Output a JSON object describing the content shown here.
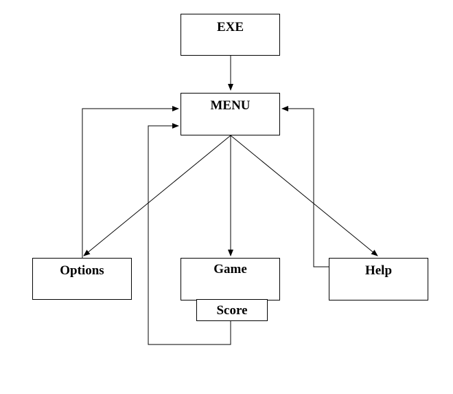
{
  "diagram": {
    "nodes": {
      "exe": "EXE",
      "menu": "MENU",
      "options": "Options",
      "game": "Game",
      "help": "Help",
      "score": "Score"
    },
    "edges": [
      {
        "from": "exe",
        "to": "menu"
      },
      {
        "from": "menu",
        "to": "options"
      },
      {
        "from": "menu",
        "to": "game"
      },
      {
        "from": "menu",
        "to": "help"
      },
      {
        "from": "options",
        "to": "menu"
      },
      {
        "from": "score",
        "to": "menu"
      },
      {
        "from": "help",
        "to": "menu"
      }
    ],
    "colors": {
      "line": "#000000",
      "box_border": "#000000",
      "background": "#ffffff"
    }
  }
}
